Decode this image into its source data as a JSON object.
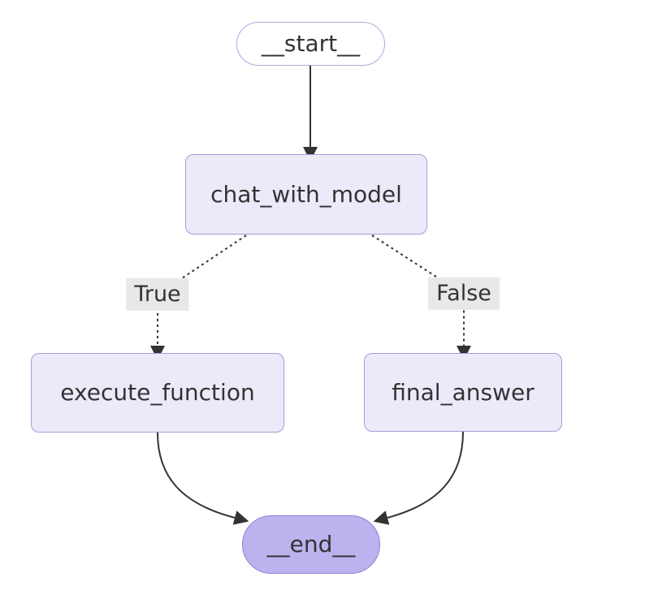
{
  "diagram": {
    "type": "flowchart",
    "direction": "top-down",
    "nodes": [
      {
        "id": "__start__",
        "label": "__start__",
        "shape": "stadium"
      },
      {
        "id": "chat_with_model",
        "label": "chat_with_model",
        "shape": "rect"
      },
      {
        "id": "execute_function",
        "label": "execute_function",
        "shape": "rect"
      },
      {
        "id": "final_answer",
        "label": "final_answer",
        "shape": "rect"
      },
      {
        "id": "__end__",
        "label": "__end__",
        "shape": "stadium"
      }
    ],
    "edges": [
      {
        "from": "__start__",
        "to": "chat_with_model",
        "style": "solid",
        "label": ""
      },
      {
        "from": "chat_with_model",
        "to": "execute_function",
        "style": "dotted",
        "label": "True"
      },
      {
        "from": "chat_with_model",
        "to": "final_answer",
        "style": "dotted",
        "label": "False"
      },
      {
        "from": "execute_function",
        "to": "__end__",
        "style": "solid",
        "label": ""
      },
      {
        "from": "final_answer",
        "to": "__end__",
        "style": "solid",
        "label": ""
      }
    ]
  },
  "theme": {
    "background": "#ffffff",
    "node_fill": "#eceaf9",
    "node_border": "#a79bd8",
    "start_fill": "#ffffff",
    "start_border": "#b3a7de",
    "end_fill": "#bdb2ee",
    "end_border": "#8f7edc",
    "edge_color": "#333333",
    "label_bg": "#e8e8e8",
    "text_color": "#333333"
  }
}
